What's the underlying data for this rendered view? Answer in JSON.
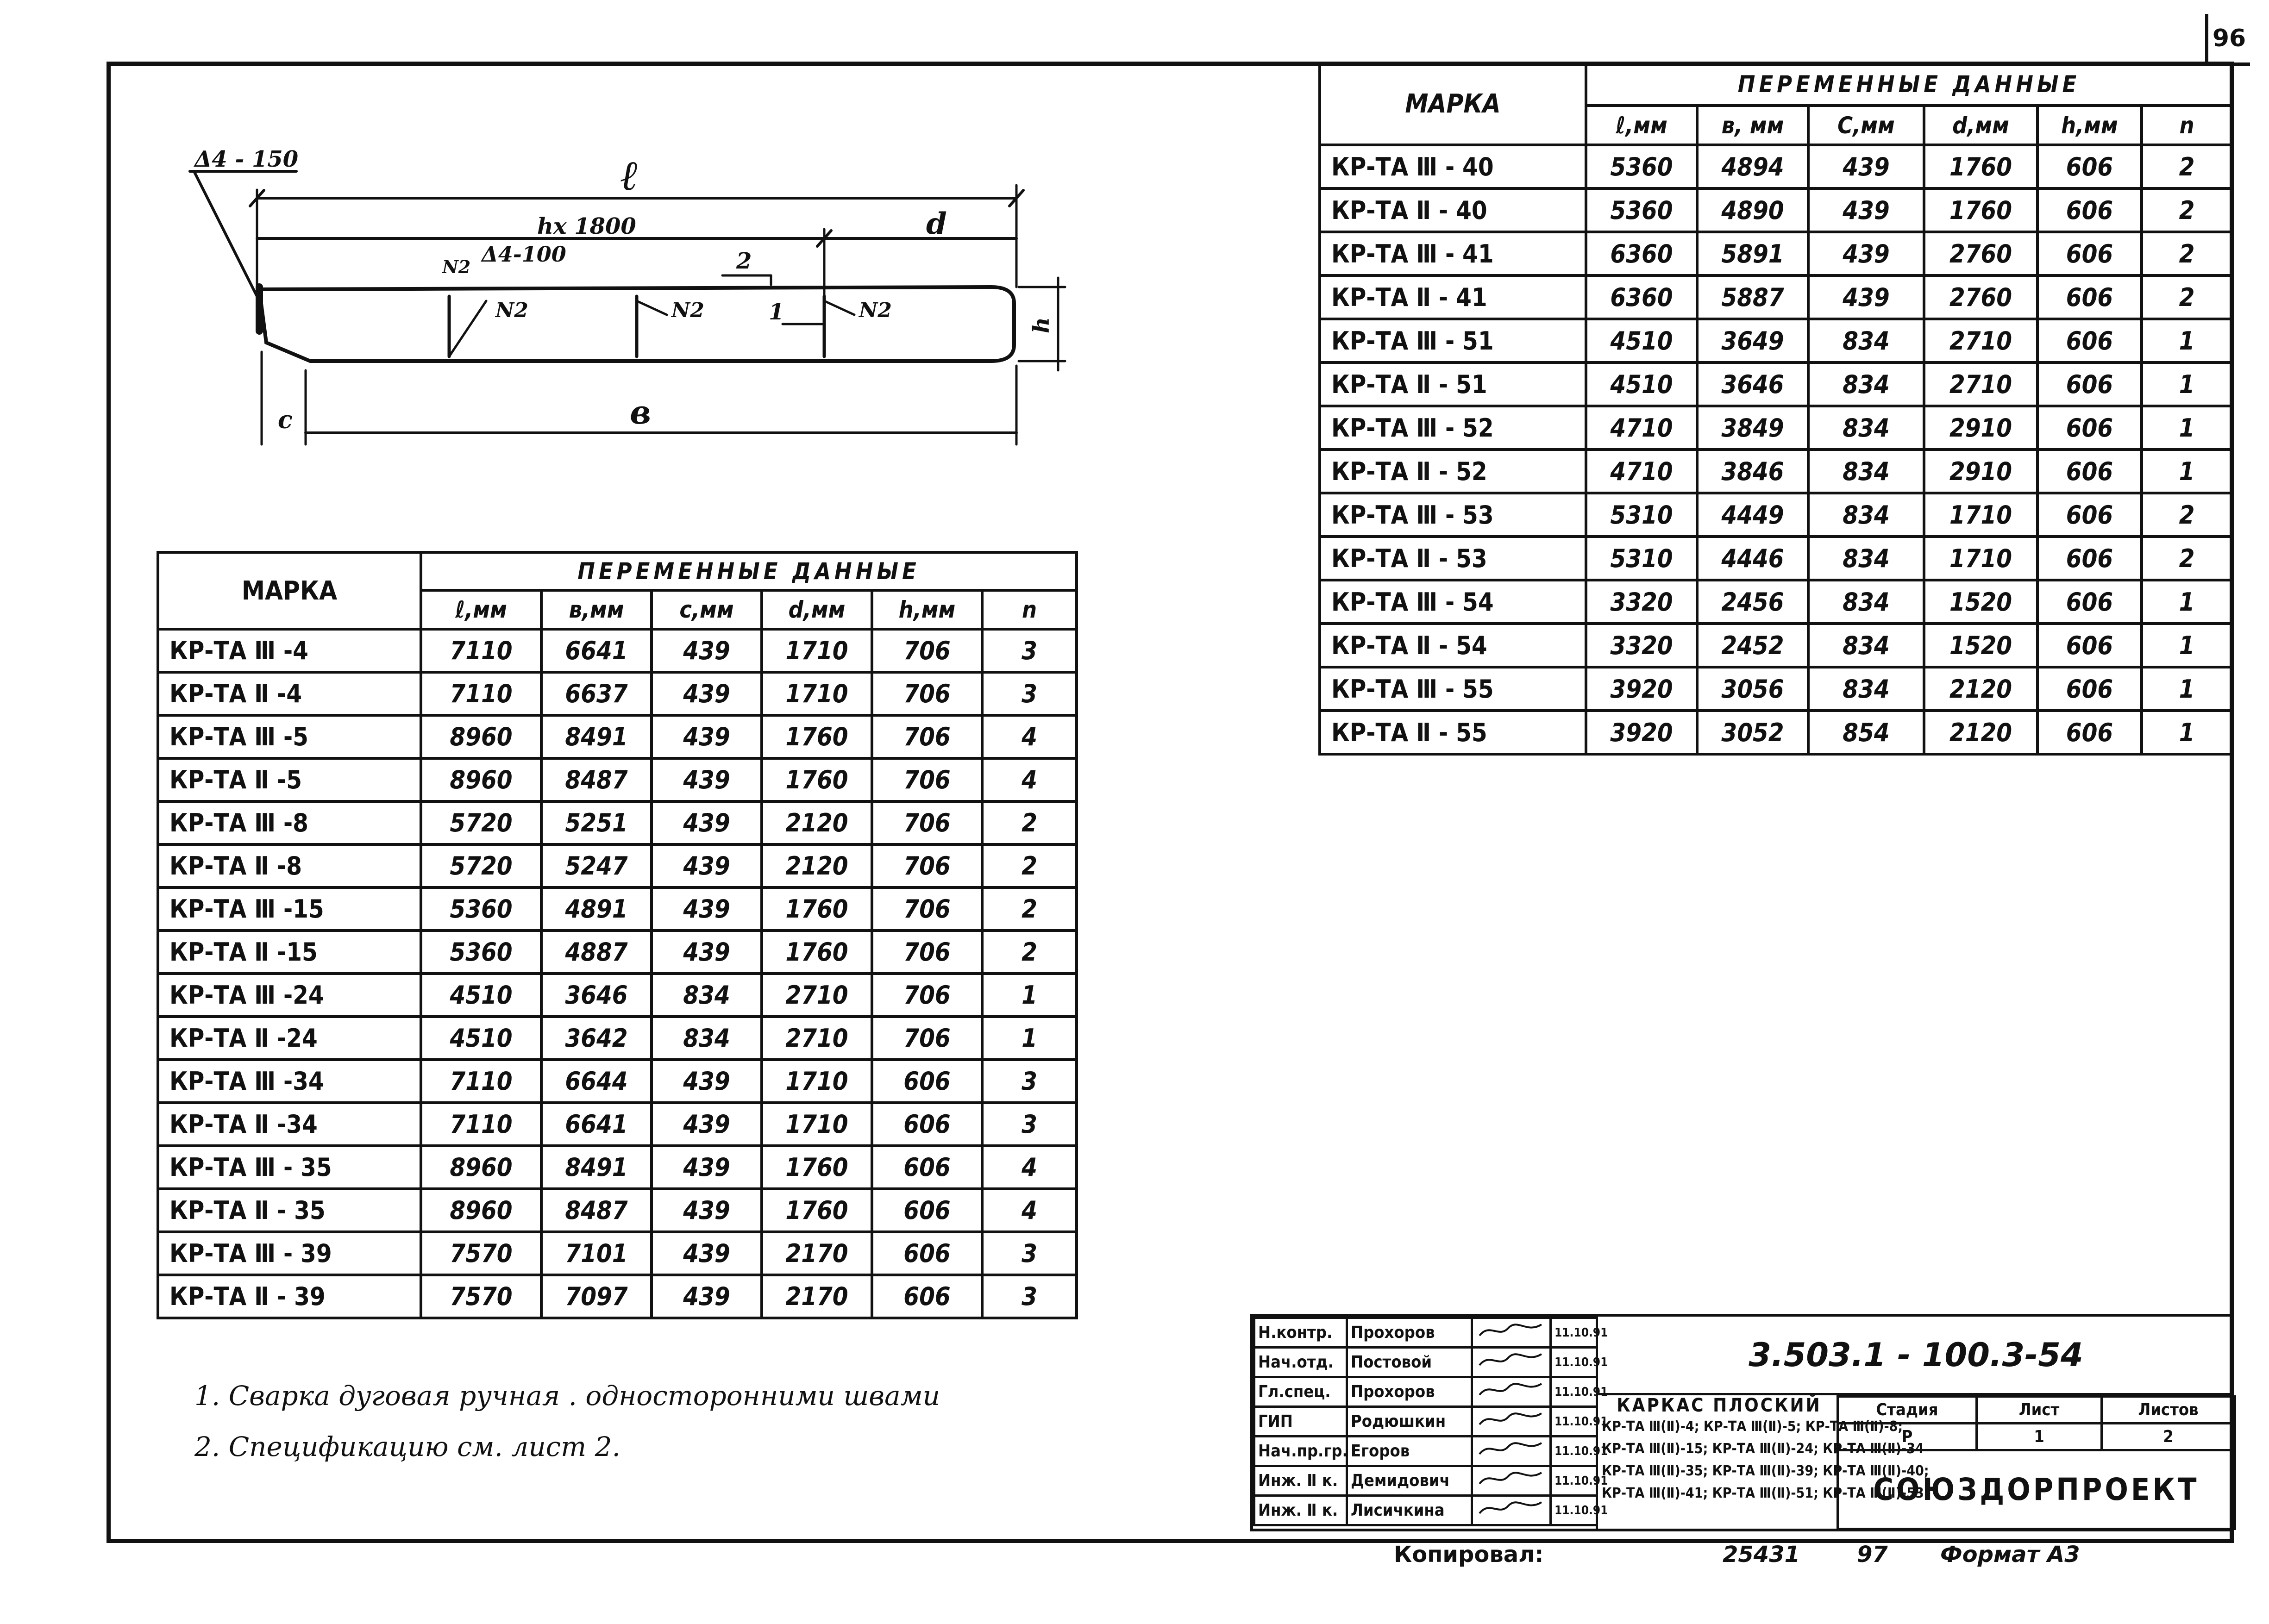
{
  "page_number": "96",
  "drawing": {
    "weld_top": "Δ4 - 150",
    "weld_inner": "Δ4-100",
    "dim_l": "ℓ",
    "dim_hx": "hx 1800",
    "dim_d": "d",
    "dim_h": "h",
    "dim_c": "c",
    "dim_b": "в",
    "ref_2": "2",
    "ref_1": "1",
    "n2_a": "N2",
    "n2_b": "N2",
    "n2_c": "N2",
    "n2_d": "N2"
  },
  "table_left": {
    "mark_header": "МАРКА",
    "group_header": "ПЕРЕМЕННЫЕ   ДАННЫЕ",
    "columns": [
      "ℓ,мм",
      "в,мм",
      "с,мм",
      "d,мм",
      "h,мм",
      "n"
    ],
    "rows": [
      [
        "КР-ТА Ⅲ -4",
        "7110",
        "6641",
        "439",
        "1710",
        "706",
        "3"
      ],
      [
        "КР-ТА Ⅱ -4",
        "7110",
        "6637",
        "439",
        "1710",
        "706",
        "3"
      ],
      [
        "КР-ТА Ⅲ -5",
        "8960",
        "8491",
        "439",
        "1760",
        "706",
        "4"
      ],
      [
        "КР-ТА Ⅱ -5",
        "8960",
        "8487",
        "439",
        "1760",
        "706",
        "4"
      ],
      [
        "КР-ТА Ⅲ -8",
        "5720",
        "5251",
        "439",
        "2120",
        "706",
        "2"
      ],
      [
        "КР-ТА Ⅱ -8",
        "5720",
        "5247",
        "439",
        "2120",
        "706",
        "2"
      ],
      [
        "КР-ТА Ⅲ -15",
        "5360",
        "4891",
        "439",
        "1760",
        "706",
        "2"
      ],
      [
        "КР-ТА Ⅱ -15",
        "5360",
        "4887",
        "439",
        "1760",
        "706",
        "2"
      ],
      [
        "КР-ТА Ⅲ -24",
        "4510",
        "3646",
        "834",
        "2710",
        "706",
        "1"
      ],
      [
        "КР-ТА Ⅱ -24",
        "4510",
        "3642",
        "834",
        "2710",
        "706",
        "1"
      ],
      [
        "КР-ТА Ⅲ -34",
        "7110",
        "6644",
        "439",
        "1710",
        "606",
        "3"
      ],
      [
        "КР-ТА Ⅱ -34",
        "7110",
        "6641",
        "439",
        "1710",
        "606",
        "3"
      ],
      [
        "КР-ТА Ⅲ - 35",
        "8960",
        "8491",
        "439",
        "1760",
        "606",
        "4"
      ],
      [
        "КР-ТА Ⅱ - 35",
        "8960",
        "8487",
        "439",
        "1760",
        "606",
        "4"
      ],
      [
        "КР-ТА Ⅲ - 39",
        "7570",
        "7101",
        "439",
        "2170",
        "606",
        "3"
      ],
      [
        "КР-ТА Ⅱ - 39",
        "7570",
        "7097",
        "439",
        "2170",
        "606",
        "3"
      ]
    ]
  },
  "table_right": {
    "mark_header": "МАРКА",
    "group_header": "ПЕРЕМЕННЫЕ   ДАННЫЕ",
    "columns": [
      "ℓ,мм",
      "в, мм",
      "С,мм",
      "d,мм",
      "h,мм",
      "n"
    ],
    "rows": [
      [
        "КР-ТА Ⅲ - 40",
        "5360",
        "4894",
        "439",
        "1760",
        "606",
        "2"
      ],
      [
        "КР-ТА Ⅱ - 40",
        "5360",
        "4890",
        "439",
        "1760",
        "606",
        "2"
      ],
      [
        "КР-ТА Ⅲ - 41",
        "6360",
        "5891",
        "439",
        "2760",
        "606",
        "2"
      ],
      [
        "КР-ТА Ⅱ - 41",
        "6360",
        "5887",
        "439",
        "2760",
        "606",
        "2"
      ],
      [
        "КР-ТА Ⅲ - 51",
        "4510",
        "3649",
        "834",
        "2710",
        "606",
        "1"
      ],
      [
        "КР-ТА Ⅱ - 51",
        "4510",
        "3646",
        "834",
        "2710",
        "606",
        "1"
      ],
      [
        "КР-ТА Ⅲ - 52",
        "4710",
        "3849",
        "834",
        "2910",
        "606",
        "1"
      ],
      [
        "КР-ТА Ⅱ - 52",
        "4710",
        "3846",
        "834",
        "2910",
        "606",
        "1"
      ],
      [
        "КР-ТА Ⅲ - 53",
        "5310",
        "4449",
        "834",
        "1710",
        "606",
        "2"
      ],
      [
        "КР-ТА Ⅱ - 53",
        "5310",
        "4446",
        "834",
        "1710",
        "606",
        "2"
      ],
      [
        "КР-ТА Ⅲ - 54",
        "3320",
        "2456",
        "834",
        "1520",
        "606",
        "1"
      ],
      [
        "КР-ТА Ⅱ - 54",
        "3320",
        "2452",
        "834",
        "1520",
        "606",
        "1"
      ],
      [
        "КР-ТА Ⅲ - 55",
        "3920",
        "3056",
        "834",
        "2120",
        "606",
        "1"
      ],
      [
        "КР-ТА Ⅱ - 55",
        "3920",
        "3052",
        "854",
        "2120",
        "606",
        "1"
      ]
    ]
  },
  "notes": [
    "1. Сварка  дуговая  ручная  .  односторонними  швами",
    "2. Спецификацию  см. лист 2."
  ],
  "stamp": {
    "doc_code": "3.503.1 - 100.3-54",
    "people": [
      [
        "Н.контр.",
        "Прохоров",
        "11.10.91"
      ],
      [
        "Нач.отд.",
        "Постовой",
        "11.10.91"
      ],
      [
        "Гл.спец.",
        "Прохоров",
        "11.10.91"
      ],
      [
        "ГИП",
        "Родюшкин",
        "11.10.91"
      ],
      [
        "Нач.пр.гр.",
        "Егоров",
        "11.10.91"
      ],
      [
        "Инж. Ⅱ к.",
        "Демидович",
        "11.10.91"
      ],
      [
        "Инж. Ⅱ к.",
        "Лисичкина",
        "11.10.91"
      ]
    ],
    "title_head": "КАРКАС   ПЛОСКИЙ",
    "title_lines": [
      "КР-ТА Ⅲ(Ⅱ)-4; КР-ТА Ⅲ(Ⅱ)-5; КР-ТА Ⅲ(Ⅱ)-8;",
      "КР-ТА Ⅲ(Ⅱ)-15; КР-ТА Ⅲ(Ⅱ)-24; КР-ТА Ⅲ(Ⅱ)-34",
      "КР-ТА Ⅲ(Ⅱ)-35; КР-ТА Ⅲ(Ⅱ)-39; КР-ТА Ⅲ(Ⅱ)-40;",
      "КР-ТА Ⅲ(Ⅱ)-41; КР-ТА Ⅲ(Ⅱ)-51; КР-ТА Ⅲ(Ⅱ)-53"
    ],
    "stage_label": "Стадия",
    "sheet_label": "Лист",
    "sheets_label": "Листов",
    "stage": "Р",
    "sheet": "1",
    "sheets": "2",
    "org": "СОЮЗДОРПРОЕКТ"
  },
  "footer": {
    "copied": "Копировал:",
    "number": "25431",
    "sheet_no": "97",
    "format": "Формат А3"
  }
}
